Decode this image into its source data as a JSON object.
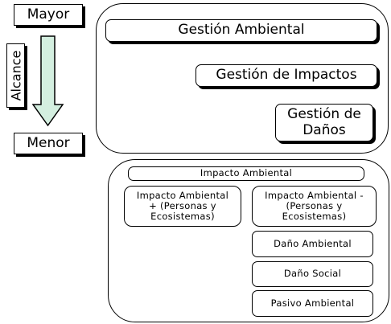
{
  "scale": {
    "top_label": "Mayor",
    "bottom_label": "Menor",
    "axis_label": "Alcance",
    "arrow_color": "#d4efe0"
  },
  "management": {
    "level1": "Gestión Ambiental",
    "level2": "Gestión de Impactos",
    "level3_line1": "Gestión de",
    "level3_line2": "Daños"
  },
  "impacts": {
    "header": "Impacto Ambiental",
    "positive_line1": "Impacto Ambiental",
    "positive_line2": "+ (Personas y",
    "positive_line3": "Ecosistemas)",
    "negative_line1": "Impacto Ambiental -",
    "negative_line2": "(Personas y",
    "negative_line3": "Ecosistemas)",
    "items": [
      "Daño Ambiental",
      "Daño Social",
      "Pasivo Ambiental"
    ]
  }
}
